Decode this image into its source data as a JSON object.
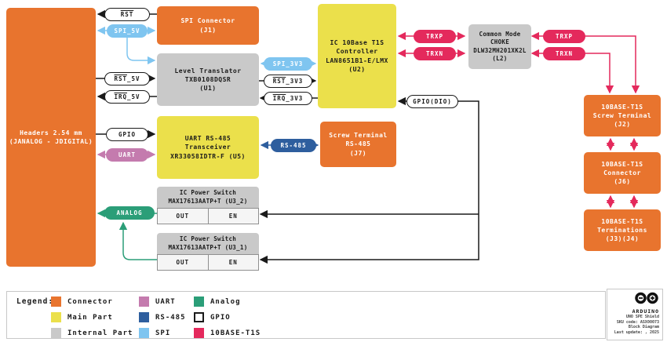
{
  "colors": {
    "connector": "#E8742E",
    "main_part": "#EBE04B",
    "internal_part": "#C9C9C9",
    "uart": "#C47BAE",
    "rs485": "#2E5E9E",
    "spi": "#7FC5F0",
    "analog": "#2B9E78",
    "gpio": "#FFFFFF",
    "t1s": "#E4295C",
    "wire_black": "#1a1a1a"
  },
  "blocks": {
    "headers": "Headers 2.54 mm\n(JANALOG - JDIGITAL)",
    "spi_connector": "SPI Connector\n(J1)",
    "level_translator": "Level Translator\nTXB0108DQSR\n(U1)",
    "t1s_controller": "IC 10Base T1S\nController\nLAN8651B1-E/LMX\n(U2)",
    "choke": "Common Mode\nCHOKE\nDLW32MH201XK2L\n(L2)",
    "uart_transceiver": "UART RS-485\nTransceiver\nXR33058IDTR-F (U5)",
    "screw_terminal_rs485": "Screw Terminal\nRS-485\n(J7)",
    "power_switch_2": {
      "title": "IC Power Switch\nMAX17613AATP+T (U3_2)",
      "out": "OUT",
      "en": "EN"
    },
    "power_switch_1": {
      "title": "IC Power Switch\nMAX17613AATP+T (U3_1)",
      "out": "OUT",
      "en": "EN"
    },
    "t1s_screw_terminal": "10BASE-T1S\nScrew Terminal\n(J2)",
    "t1s_connector": "10BASE-T1S\nConnector\n(J6)",
    "t1s_terminations": "10BASE-T1S\nTerminations\n(J3)(J4)"
  },
  "pills": {
    "rst": {
      "bar": "RST",
      "rest": ""
    },
    "spi_5v": {
      "label": "SPI_5V"
    },
    "rst_5v": {
      "bar": "RST",
      "rest": "_5V"
    },
    "irq_5v": {
      "bar": "IRQ",
      "rest": "_5V"
    },
    "spi_3v3": {
      "label": "SPI_3V3"
    },
    "rst_3v3": {
      "bar": "RST",
      "rest": "_3V3"
    },
    "irq_3v3": {
      "bar": "IRQ",
      "rest": "_3V3"
    },
    "gpio": {
      "label": "GPIO"
    },
    "uart": {
      "label": "UART"
    },
    "rs485": {
      "label": "RS-485"
    },
    "analog": {
      "label": "ANALOG"
    },
    "trxp_left": {
      "label": "TRXP"
    },
    "trxn_left": {
      "label": "TRXN"
    },
    "trxp_right": {
      "label": "TRXP"
    },
    "trxn_right": {
      "label": "TRXN"
    },
    "gpio_dio": {
      "label": "GPIO(DIO)"
    }
  },
  "legend": {
    "title": "Legend:",
    "items": [
      {
        "label": "Connector",
        "color": "#E8742E"
      },
      {
        "label": "Main Part",
        "color": "#EBE04B"
      },
      {
        "label": "Internal Part",
        "color": "#C9C9C9"
      },
      {
        "label": "UART",
        "color": "#C47BAE"
      },
      {
        "label": "RS-485",
        "color": "#2E5E9E"
      },
      {
        "label": "SPI",
        "color": "#7FC5F0"
      },
      {
        "label": "Analog",
        "color": "#2B9E78"
      },
      {
        "label": "GPIO",
        "color": "#FFFFFF"
      },
      {
        "label": "10BASE-T1S",
        "color": "#E4295C"
      }
    ]
  },
  "info": {
    "brand": "ARDUINO",
    "lines": [
      "UNO SPE Shield",
      "SKU code: ASX00073",
      "Block Diagram",
      "Last update: , 2025"
    ]
  }
}
